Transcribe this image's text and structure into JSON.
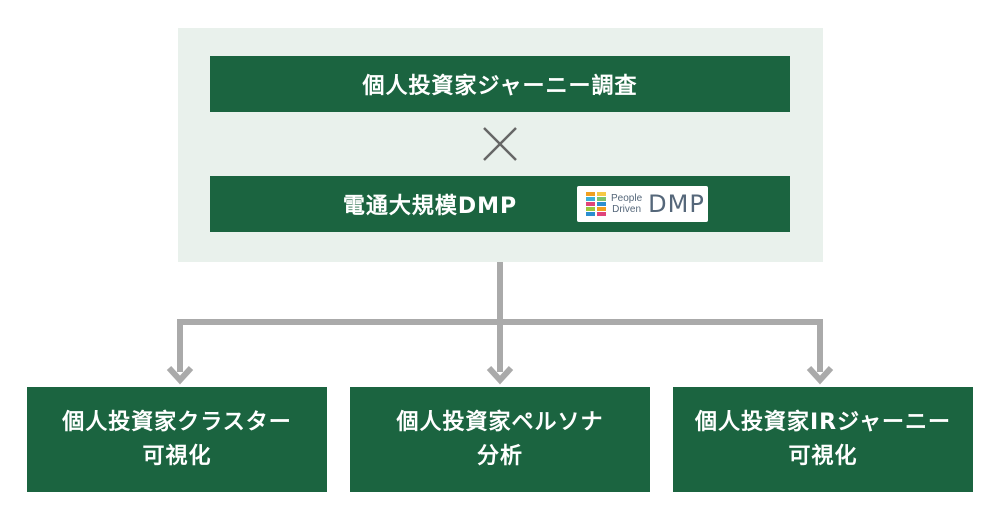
{
  "top_box": {
    "label": "個人投資家ジャーニー調査"
  },
  "operator": {
    "symbol_name": "times-icon"
  },
  "dmp_box": {
    "label": "電通大規模DMP",
    "logo": {
      "line1": "People",
      "line2": "Driven",
      "mark_text": "DMP"
    }
  },
  "outputs": [
    {
      "line1": "個人投資家クラスター",
      "line2": "可視化"
    },
    {
      "line1": "個人投資家ペルソナ",
      "line2": "分析"
    },
    {
      "line1": "個人投資家IRジャーニー",
      "line2": "可視化"
    }
  ],
  "colors": {
    "primary_green": "#1b6440",
    "panel_bg": "#e9f1ec",
    "connector_gray": "#aaaaaa"
  }
}
